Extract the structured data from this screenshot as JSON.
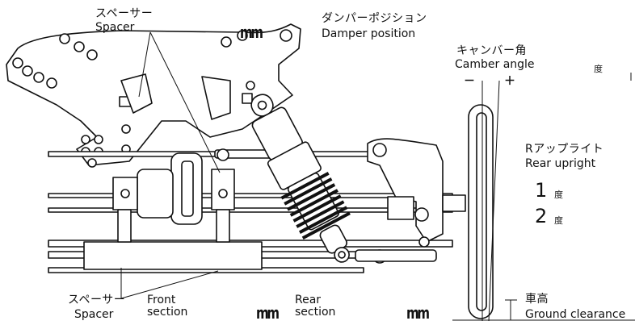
{
  "labels": {
    "spacer_top_jp": "スペーサー",
    "spacer_top_en": "Spacer",
    "damper_jp": "ダンパーポジション",
    "damper_en": "Damper position",
    "camber_jp": "キャンバー角",
    "camber_en": "Camber angle",
    "camber_minus": "－",
    "camber_plus": "＋",
    "camber_unit": "度",
    "upright_jp": "Rアップライト",
    "upright_en": "Rear upright",
    "upright_value_1": "1",
    "upright_value_2": "2",
    "upright_unit": "度",
    "spacer_bottom_jp": "スペーサー",
    "spacer_bottom_en": "Spacer",
    "front_section": "Front\nsection",
    "rear_section": "Rear\nsection",
    "ground_jp": "車高",
    "ground_en": "Ground clearance",
    "mm_unit": "mm"
  }
}
